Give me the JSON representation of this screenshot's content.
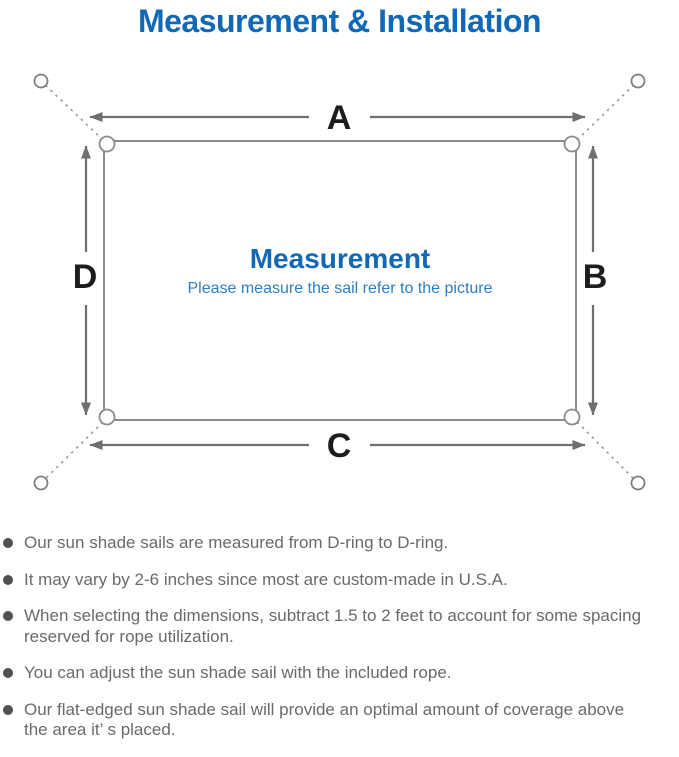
{
  "page_title": "Measurement & Installation",
  "colors": {
    "accent_blue": "#1168b4",
    "center_title_blue": "#1268b5",
    "center_subtitle_blue": "#2e7ec1",
    "diagram_line_gray": "#6f6f6f",
    "sail_outline_gray": "#8c8c8c",
    "note_text_gray": "#6a6a6a",
    "dimension_label_black": "#1c1c1c"
  },
  "diagram": {
    "label_a": "A",
    "label_b": "B",
    "label_c": "C",
    "label_d": "D",
    "center_title": "Measurement",
    "center_subtitle": "Please measure the sail refer to the picture"
  },
  "notes": [
    "Our sun shade sails are measured from D-ring to D-ring.",
    "It may vary by 2-6 inches since most are custom-made in U.S.A.",
    "When selecting the dimensions, subtract 1.5 to 2 feet to account for some spacing\nreserved for rope utilization.",
    "You can adjust the sun shade sail with the included rope.",
    "Our flat-edged sun shade sail will provide an optimal amount of coverage above\nthe area it’ s placed."
  ]
}
